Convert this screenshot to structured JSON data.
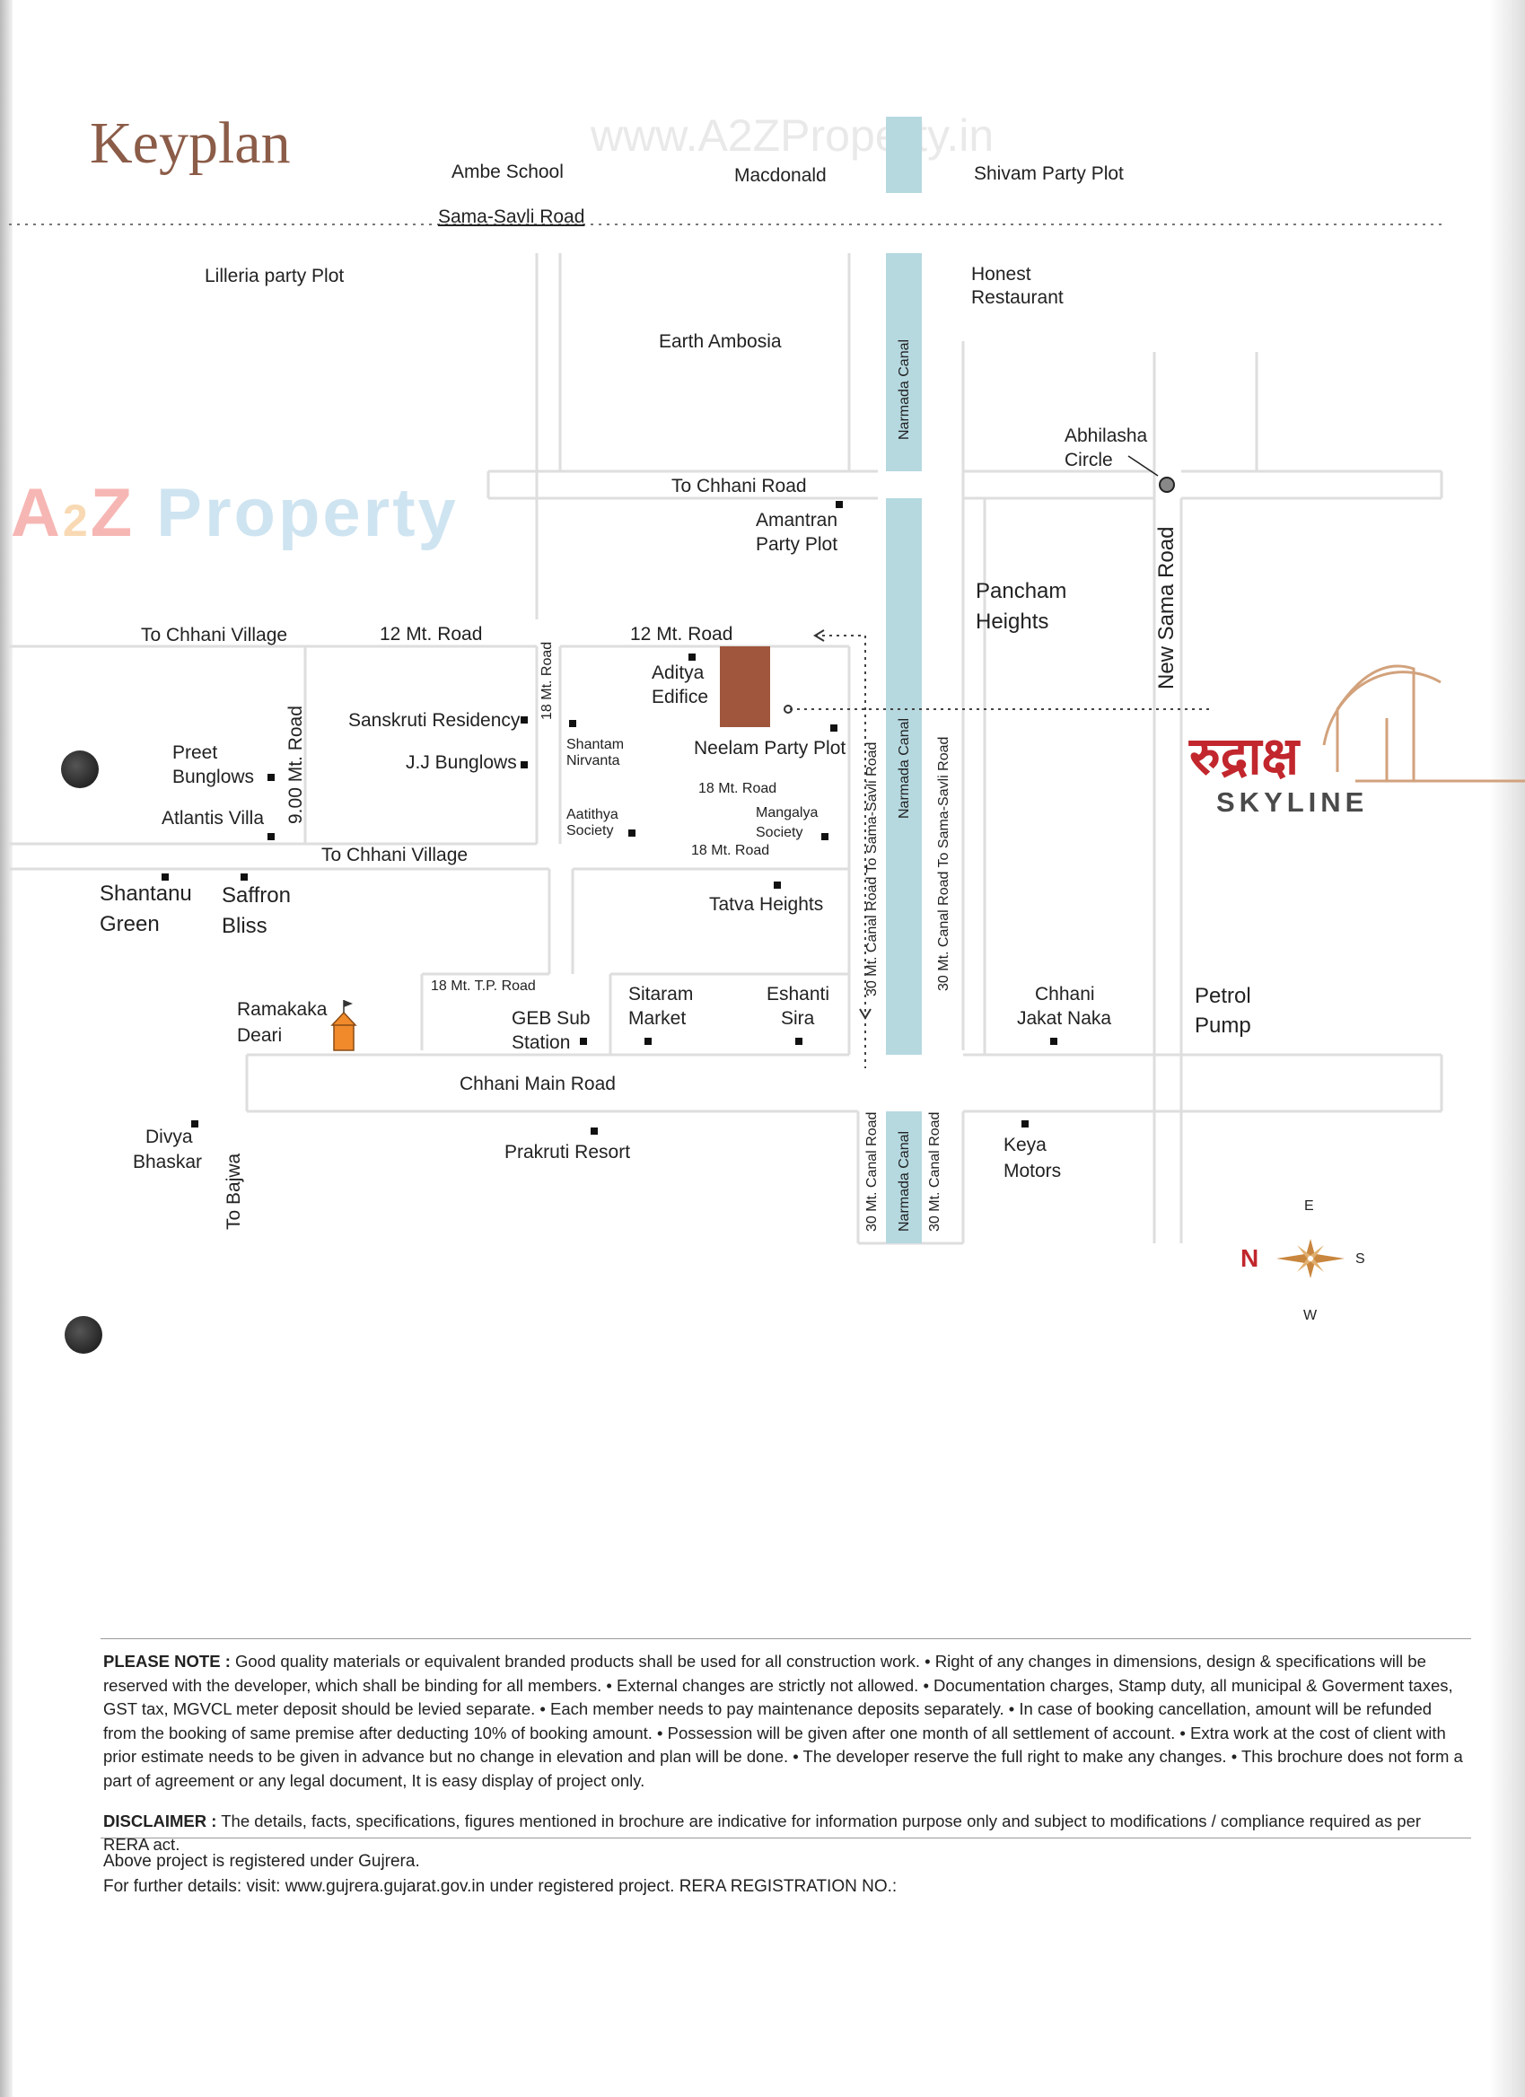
{
  "header": {
    "title": "Keyplan",
    "watermark_url": "www.A2ZProperty.in",
    "watermark_brand": [
      "A",
      "2",
      "Z",
      " Property"
    ]
  },
  "map": {
    "labels": {
      "ambe_school": "Ambe School",
      "macdonald": "Macdonald",
      "shivam_party_plot": "Shivam Party Plot",
      "sama_savli_road": "Sama-Savli Road",
      "lilleria_party_plot": "Lilleria party Plot",
      "honest_restaurant": [
        "Honest",
        "Restaurant"
      ],
      "earth_ambosia": "Earth Ambosia",
      "narmada_canal_top": "Narmada Canal",
      "abhilasha_circle": [
        "Abhilasha",
        "Circle"
      ],
      "to_chhani_road": "To Chhani Road",
      "amantran_party_plot": [
        "Amantran",
        "Party Plot"
      ],
      "pancham_heights": [
        "Pancham",
        "Heights"
      ],
      "new_sama_road": "New Sama Road",
      "to_chhani_village_top": "To Chhani Village",
      "road_12mt_left": "12 Mt. Road",
      "road_12mt_right": "12 Mt. Road",
      "aditya_edifice": [
        "Aditya",
        "Edifice"
      ],
      "road_18mt_vertical": "18 Mt. Road",
      "road_9mt_vertical": "9.00 Mt. Road",
      "sanskruti_residency": "Sanskruti Residency",
      "jj_bunglows": "J.J Bunglows",
      "shantam_nirvanta": [
        "Shantam",
        "Nirvanta"
      ],
      "neelam_party_plot": "Neelam Party Plot",
      "preet_bunglows": [
        "Preet",
        "Bunglows"
      ],
      "atlantis_villa": "Atlantis Villa",
      "road_18mt_mid": "18 Mt. Road",
      "aatithya_society": [
        "Aatithya",
        "Society"
      ],
      "mangalya_society": [
        "Mangalya",
        "Society"
      ],
      "to_chhani_village_bottom": "To Chhani Village",
      "road_18mt_bottom": "18 Mt. Road",
      "canal_road_to_sama_savli_left": "30 Mt. Canal Road To Sama-Savli Road",
      "narmada_canal_mid": "Narmada Canal",
      "canal_road_to_sama_savli_right": "30 Mt. Canal Road To Sama-Savli Road",
      "shantanu_green": [
        "Shantanu",
        "Green"
      ],
      "saffron_bliss": [
        "Saffron",
        "Bliss"
      ],
      "tatva_heights": "Tatva Heights",
      "tp_road_18mt": "18 Mt. T.P. Road",
      "ramakaka_deari": [
        "Ramakaka",
        "Deari"
      ],
      "geb_sub_station": [
        "GEB Sub",
        "Station"
      ],
      "sitaram_market": [
        "Sitaram",
        "Market"
      ],
      "eshanti_sira": [
        "Eshanti",
        "Sira"
      ],
      "chhani_jakat_naka": [
        "Chhani",
        "Jakat Naka"
      ],
      "petrol_pump": [
        "Petrol",
        "Pump"
      ],
      "chhani_main_road": "Chhani Main Road",
      "divya_bhaskar": [
        "Divya",
        "Bhaskar"
      ],
      "prakruti_resort": "Prakruti Resort",
      "canal_road_30mt_bottom_left": "30 Mt. Canal Road",
      "narmada_canal_bottom": "Narmada Canal",
      "canal_road_30mt_bottom_right": "30 Mt. Canal Road",
      "keya_motors": [
        "Keya",
        "Motors"
      ],
      "to_bajwa": "To Bajwa"
    },
    "compass": {
      "n": "N",
      "s": "S",
      "e": "E",
      "w": "W"
    },
    "colors": {
      "canal": "#b6d9e0",
      "site": "#a0563d",
      "road_line": "#dcdcdc",
      "marker": "#111111",
      "temple": "#f08a2b",
      "logo_red": "#c1272d",
      "logo_arc": "#d2a27c",
      "compass_gold": "#c9863e",
      "compass_n": "#c1272d"
    }
  },
  "logo": {
    "name_devanagari": "रुद्राक्ष",
    "name_latin": "SKYLINE"
  },
  "footer": {
    "please_note_label": "PLEASE NOTE :",
    "please_note_text": "Good quality materials or equivalent branded products shall be used for all construction work. • Right of any changes in dimensions, design & specifications will be reserved with the developer, which shall be binding for all members. • External changes are strictly not allowed. • Documentation charges, Stamp duty, all municipal & Goverment taxes, GST tax, MGVCL meter deposit should be levied separate. • Each member needs to pay maintenance deposits separately. • In case of booking cancellation, amount will be refunded from the booking of same premise after deducting 10% of booking amount. • Possession will be given after one month of all settlement of account. • Extra work at the cost of client with prior estimate needs to be given in advance but no change in elevation and plan will be done. • The developer reserve the full right to make any changes. • This brochure does not form a part of agreement or any legal document, It is easy display of project only.",
    "disclaimer_label": "DISCLAIMER :",
    "disclaimer_text": "The details, facts, specifications, figures mentioned in brochure are indicative for information purpose only and subject to modifications / compliance required as per RERA act.",
    "registered_line": "Above project is registered under Gujrera.",
    "further_details_line": "For further details: visit: www.gujrera.gujarat.gov.in under registered project. RERA REGISTRATION NO.:"
  }
}
